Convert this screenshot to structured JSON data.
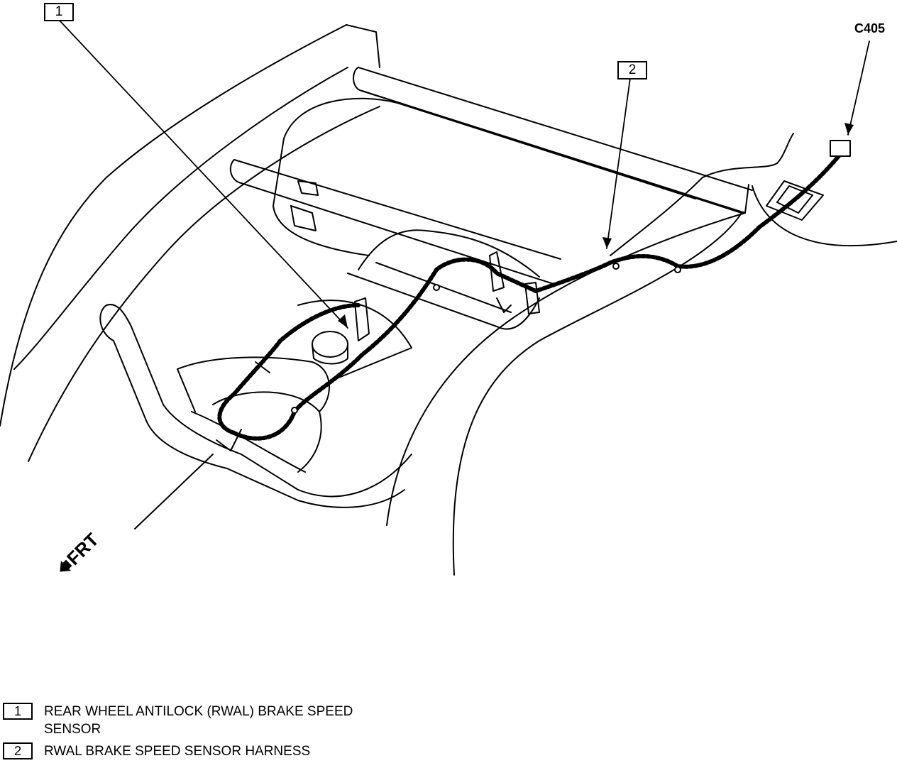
{
  "callouts": [
    {
      "number": "1"
    },
    {
      "number": "2"
    }
  ],
  "connector_label": "C405",
  "direction_label": "FRT",
  "legend": [
    {
      "number": "1",
      "text": "REAR WHEEL ANTILOCK (RWAL) BRAKE SPEED SENSOR"
    },
    {
      "number": "2",
      "text": "RWAL BRAKE SPEED SENSOR HARNESS"
    }
  ]
}
